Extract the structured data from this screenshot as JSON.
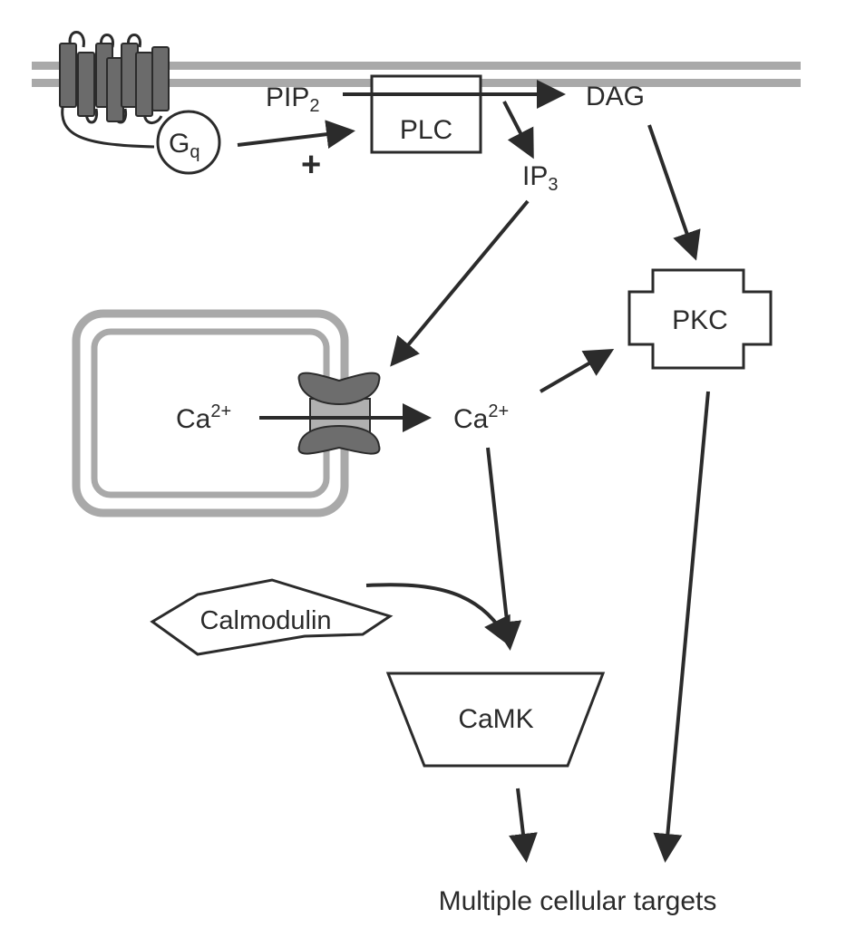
{
  "labels": {
    "gq_main": "G",
    "gq_sub": "q",
    "plus": "+",
    "pip_main": "PIP",
    "pip_sub": "2",
    "plc": "PLC",
    "dag": "DAG",
    "ip_main": "IP",
    "ip_sub": "3",
    "pkc": "PKC",
    "ca_er_main": "Ca",
    "ca_er_sup": "2+",
    "ca_cyto_main": "Ca",
    "ca_cyto_sup": "2+",
    "calmodulin": "Calmodulin",
    "camk": "CaMK",
    "targets": "Multiple cellular targets"
  },
  "colors": {
    "ink": "#2b2b2b",
    "membrane": "#a9a9a9",
    "receptor": "#6b6b6b",
    "channel": "#6d6d6d",
    "channel_core": "#b0b0b0"
  }
}
